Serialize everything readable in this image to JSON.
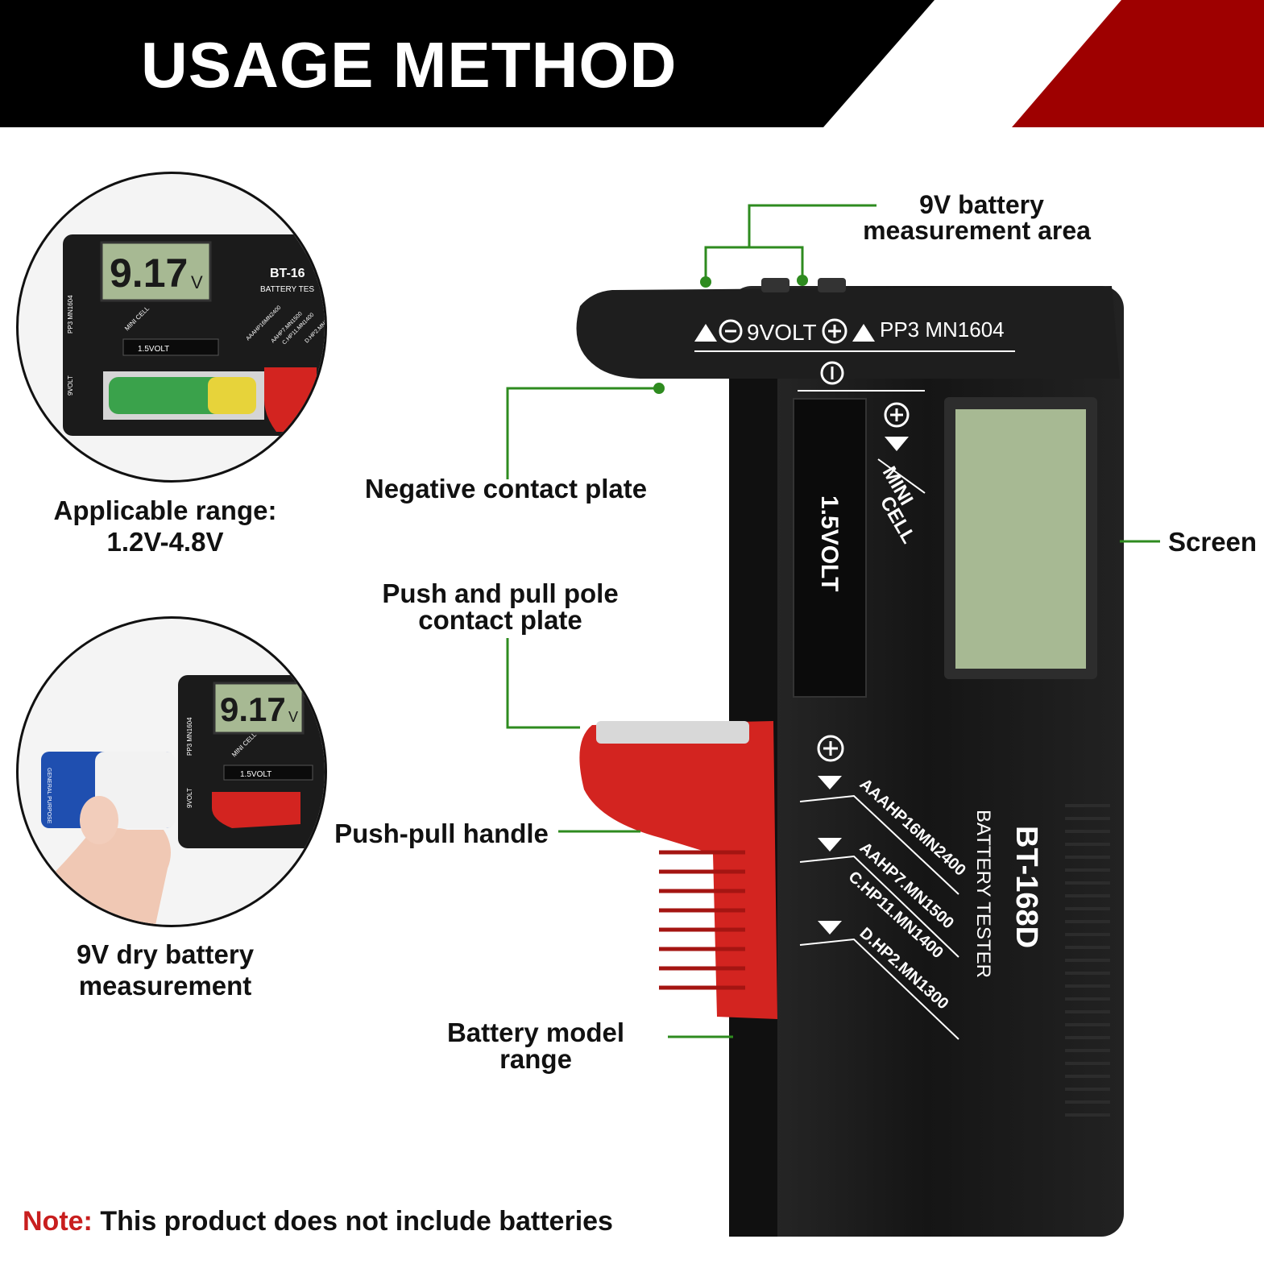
{
  "banner": {
    "title": "USAGE METHOD",
    "colors": {
      "dark": "#000000",
      "accent": "#9e0000"
    }
  },
  "callouts": {
    "nine_volt_area": {
      "line1": "9V battery",
      "line2": "measurement area"
    },
    "negative_plate": "Negative contact plate",
    "screen": "Screen",
    "push_pull_pole": {
      "line1": "Push and pull pole",
      "line2": "contact plate"
    },
    "push_pull_handle": "Push-pull handle",
    "model_range": {
      "line1": "Battery model",
      "line2": "range"
    },
    "line_color": "#2e8b1f"
  },
  "left_panels": {
    "top": {
      "caption_line1": "Applicable range:",
      "caption_line2": "1.2V-4.8V"
    },
    "bottom": {
      "caption_line1": "9V dry battery",
      "caption_line2": "measurement"
    },
    "lcd_reading": "9.17",
    "lcd_unit": "V",
    "model_short": "BT-16",
    "tester_short": "BATTERY TES",
    "small_1p5": "1.5VOLT",
    "small_9volt": "9VOLT",
    "small_pp3": "PP3 MN1604",
    "small_mini": "MINI CELL",
    "small_aaa": "AAAHP16MN2400",
    "small_aa": "AAHP7.MN1500",
    "small_c": "C.HP11.MN1400",
    "small_d": "D.HP2.MN1",
    "battery_label": "GENERAL PURPOSE"
  },
  "device": {
    "top_label": "9VOLT",
    "top_models": "PP3 MN1604",
    "slot_label": "1.5VOLT",
    "mini": "MINI",
    "cell": "CELL",
    "aaa": "AAAHP16MN2400",
    "aa": "AAHP7.MN1500",
    "c": "C.HP11.MN1400",
    "d": "D.HP2.MN1300",
    "model": "BT-168D",
    "tester": "BATTERY TESTER",
    "colors": {
      "body": "#1b1b1b",
      "handle": "#d32420",
      "lcd": "#a7b993"
    }
  },
  "note": {
    "label": "Note:",
    "text": " This product does not include batteries"
  }
}
